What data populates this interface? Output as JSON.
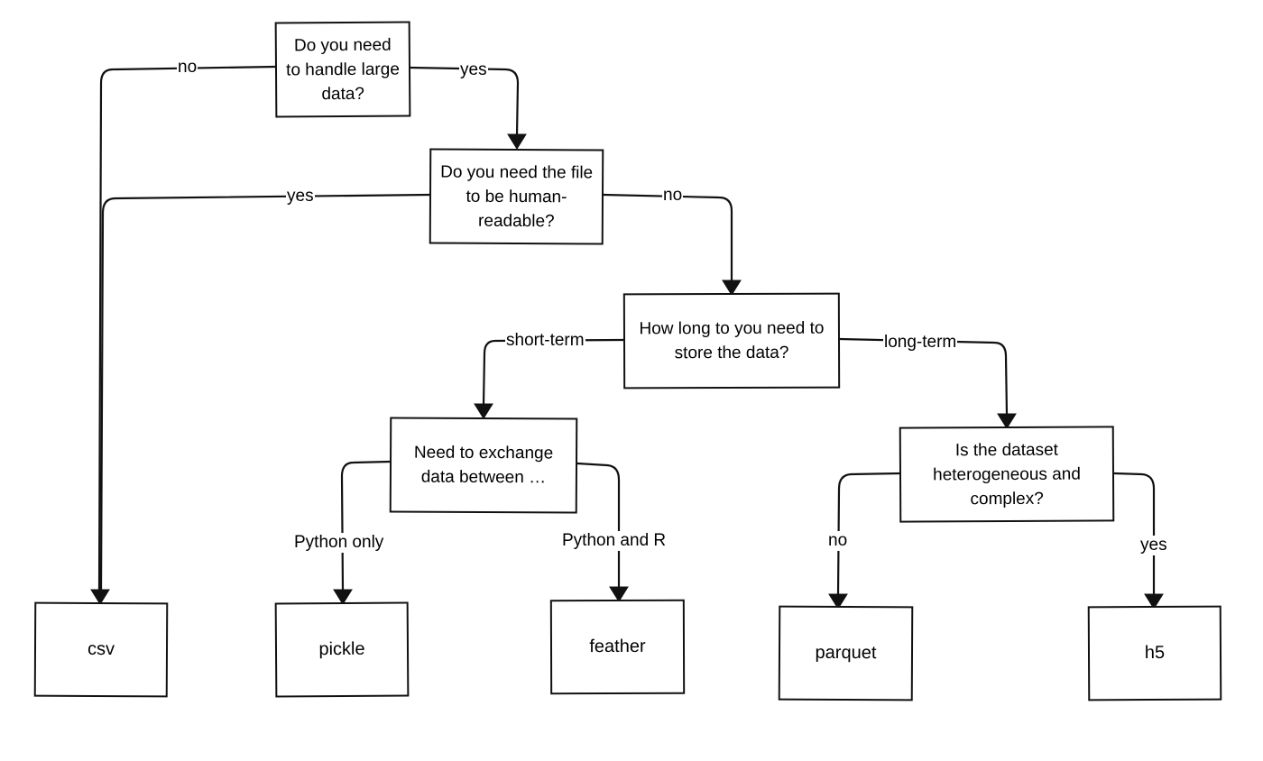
{
  "nodes": {
    "q_large_data": "Do you need to handle large data?",
    "q_human_readable": "Do you need the file to be human-readable?",
    "q_store_duration": "How long to you need to store the data?",
    "q_exchange": "Need to exchange data between …",
    "q_heterogeneous": "Is the dataset heterogeneous and complex?",
    "leaf_csv": "csv",
    "leaf_pickle": "pickle",
    "leaf_feather": "feather",
    "leaf_parquet": "parquet",
    "leaf_h5": "h5"
  },
  "edges": {
    "large_no": "no",
    "large_yes": "yes",
    "readable_yes": "yes",
    "readable_no": "no",
    "short_term": "short-term",
    "long_term": "long-term",
    "python_only": "Python only",
    "python_and_r": "Python and R",
    "hetero_no": "no",
    "hetero_yes": "yes"
  },
  "colors": {
    "line": "#111111",
    "background": "#ffffff"
  }
}
